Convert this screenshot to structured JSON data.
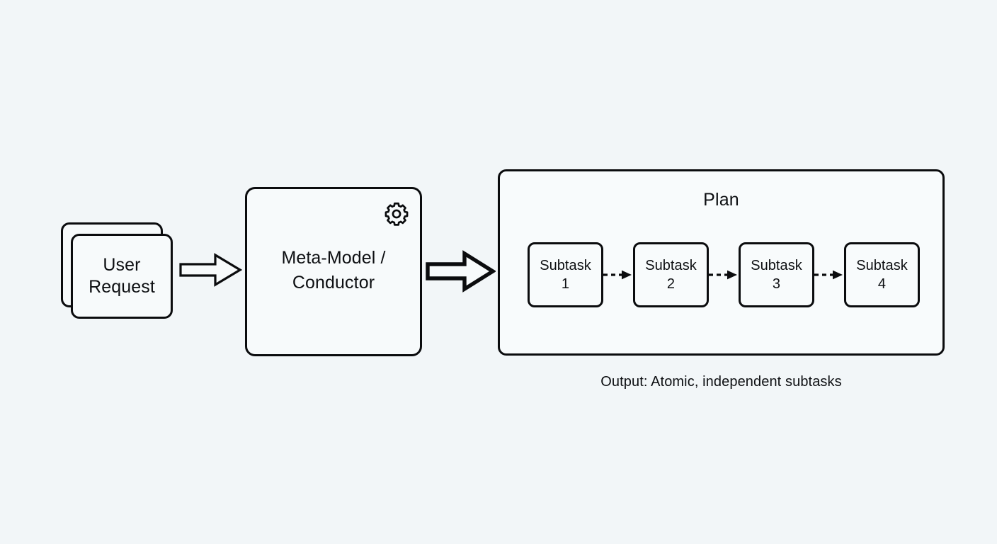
{
  "canvas": {
    "background_color": "#f2f6f8",
    "stroke_color": "#0b0c0e",
    "node_fill_color": "#f7fafb",
    "text_color": "#0d0f12"
  },
  "user_request": {
    "label": "User\nRequest",
    "line1": "User",
    "line2": "Request",
    "stack_count": 2
  },
  "meta_model": {
    "line1": "Meta-Model /",
    "line2": "Conductor",
    "icon": "gear-icon"
  },
  "arrows": {
    "user_to_meta": "block-arrow-right",
    "meta_to_plan": "block-arrow-right"
  },
  "plan": {
    "title": "Plan",
    "caption": "Output: Atomic, independent subtasks",
    "connector_style": "dashed-arrow",
    "subtasks": [
      {
        "line1": "Subtask",
        "line2": "1"
      },
      {
        "line1": "Subtask",
        "line2": "2"
      },
      {
        "line1": "Subtask",
        "line2": "3"
      },
      {
        "line1": "Subtask",
        "line2": "4"
      }
    ]
  }
}
